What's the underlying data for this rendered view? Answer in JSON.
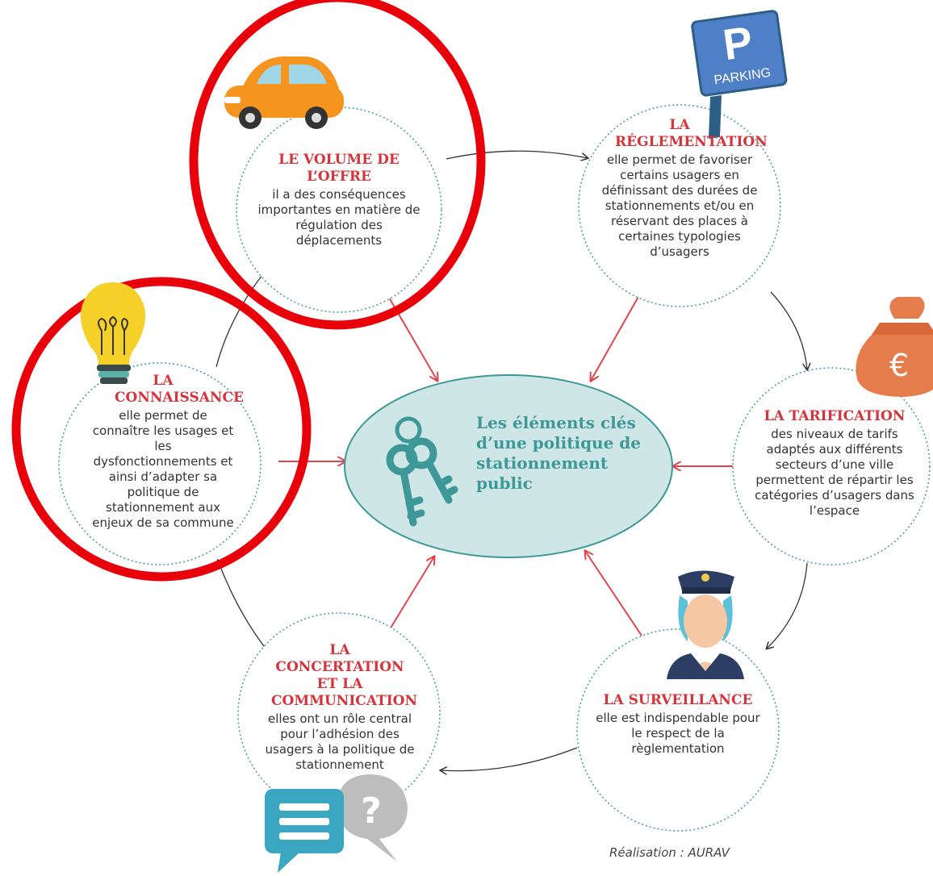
{
  "center": {
    "label": "Les éléments clés d’une politique de stationnement public"
  },
  "nodes": {
    "volume": {
      "title": "LE VOLUME DE L’OFFRE",
      "desc": "il a des conséquences importantes en matière de régulation des déplacements"
    },
    "reglementation": {
      "title": "LA RÉGLEMENTATION",
      "desc": "elle permet de favoriser certains usagers en définissant des durées de stationnements et/ou en réservant des places à certaines typologies d’usagers"
    },
    "tarification": {
      "title": "LA TARIFICATION",
      "desc": "des niveaux de tarifs adaptés aux différents secteurs d’une ville permettent de répartir les catégories d’usagers dans l’espace"
    },
    "surveillance": {
      "title": "LA SURVEILLANCE",
      "desc": "elle est indispendable pour le respect de la règlementation"
    },
    "concertation": {
      "title": "LA CONCERTATION ET LA COMMUNICATION",
      "desc": "elles ont un rôle central pour l’adhésion des usagers à la politique de stationnement"
    },
    "connaissance": {
      "title": "LA CONNAISSANCE",
      "desc": "elle permet de connaître les usages et les dysfonctionnements et ainsi d’adapter sa politique de stationnement aux enjeux de sa commune"
    }
  },
  "icons": {
    "car": "car-icon",
    "parking": "parking-sign-icon",
    "parking_text": "PARKING",
    "parking_letter": "P",
    "money": "money-bag-icon",
    "money_symbol": "€",
    "police": "police-officer-icon",
    "chat": "chat-bubbles-icon",
    "chat_symbol": "?",
    "bulb": "light-bulb-icon",
    "keys": "keys-icon"
  },
  "credit": "Réalisation : AURAV",
  "colors": {
    "title_red": "#d6343b",
    "center_fill": "#cfe6e6",
    "center_text": "#3e9898",
    "highlight_ring": "#e8000b",
    "dotted_teal": "#3f9c9c",
    "arrow_red": "#e0454c",
    "cycle_arrow": "#333333"
  }
}
